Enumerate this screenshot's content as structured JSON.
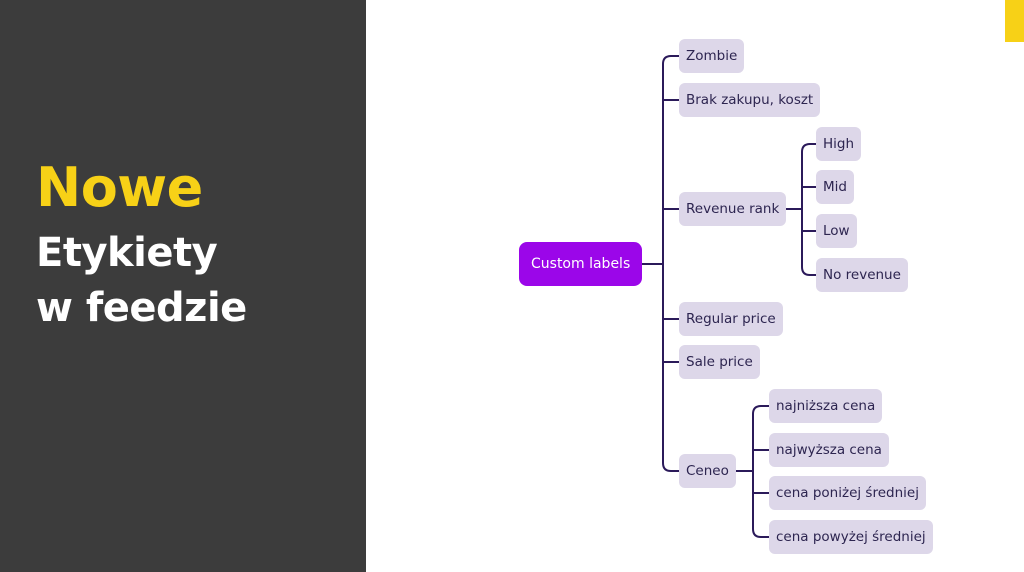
{
  "headline": {
    "word": "Nowe",
    "line1": "Etykiety",
    "line2": "w feedzie"
  },
  "colors": {
    "panel": "#3c3c3c",
    "accent": "#f7d117",
    "root_fill": "#9b06e9",
    "node_fill": "#ddd7e9",
    "connector": "#2b1a5a"
  },
  "diagram": {
    "root": "Custom labels",
    "branches": [
      {
        "label": "Zombie",
        "children": []
      },
      {
        "label": "Brak zakupu, koszt",
        "children": []
      },
      {
        "label": "Revenue rank",
        "children": [
          "High",
          "Mid",
          "Low",
          "No revenue"
        ]
      },
      {
        "label": "Regular price",
        "children": []
      },
      {
        "label": "Sale price",
        "children": []
      },
      {
        "label": "Ceneo",
        "children": [
          "najniższa cena",
          "najwyższa cena",
          "cena poniżej średniej",
          "cena powyżej średniej"
        ]
      }
    ]
  }
}
